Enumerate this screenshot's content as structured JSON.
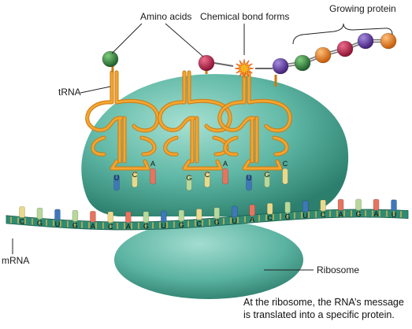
{
  "labels": {
    "amino_acids": "Amino acids",
    "chemical_bond": "Chemical bond forms",
    "growing_protein": "Growing protein",
    "trna": "tRNA",
    "mrna": "mRNA",
    "ribosome": "Ribosome"
  },
  "caption": {
    "line1": "At the ribosome, the RNA’s message",
    "line2": "is translated into a specific protein."
  },
  "mrna_bases": [
    "C",
    "G",
    "U",
    "G",
    "A",
    "C",
    "A",
    "G",
    "U",
    "G",
    "C",
    "G",
    "U",
    "A",
    "C",
    "G",
    "U",
    "C",
    "A",
    "G",
    "A",
    "U"
  ],
  "anticodons": [
    [
      "U",
      "C",
      "A"
    ],
    [
      "G",
      "C",
      "A"
    ],
    [
      "U",
      "G",
      "C"
    ]
  ],
  "colors": {
    "ribosome": "#5fb7a5",
    "trna": "#f3a531",
    "mrna_strand": "#2f8b74",
    "base_A": "#e8735f",
    "base_C": "#e9d98c",
    "base_G": "#b7d89a",
    "base_U": "#3f78b8",
    "amino_green": "#2f7d3a",
    "amino_red": "#c0264f",
    "amino_purple": "#6a3fa3",
    "amino_orange": "#f07f20",
    "bond_spark": "#f5b321"
  },
  "amino_chain": [
    "purple",
    "green",
    "orange",
    "red",
    "purple",
    "orange"
  ]
}
